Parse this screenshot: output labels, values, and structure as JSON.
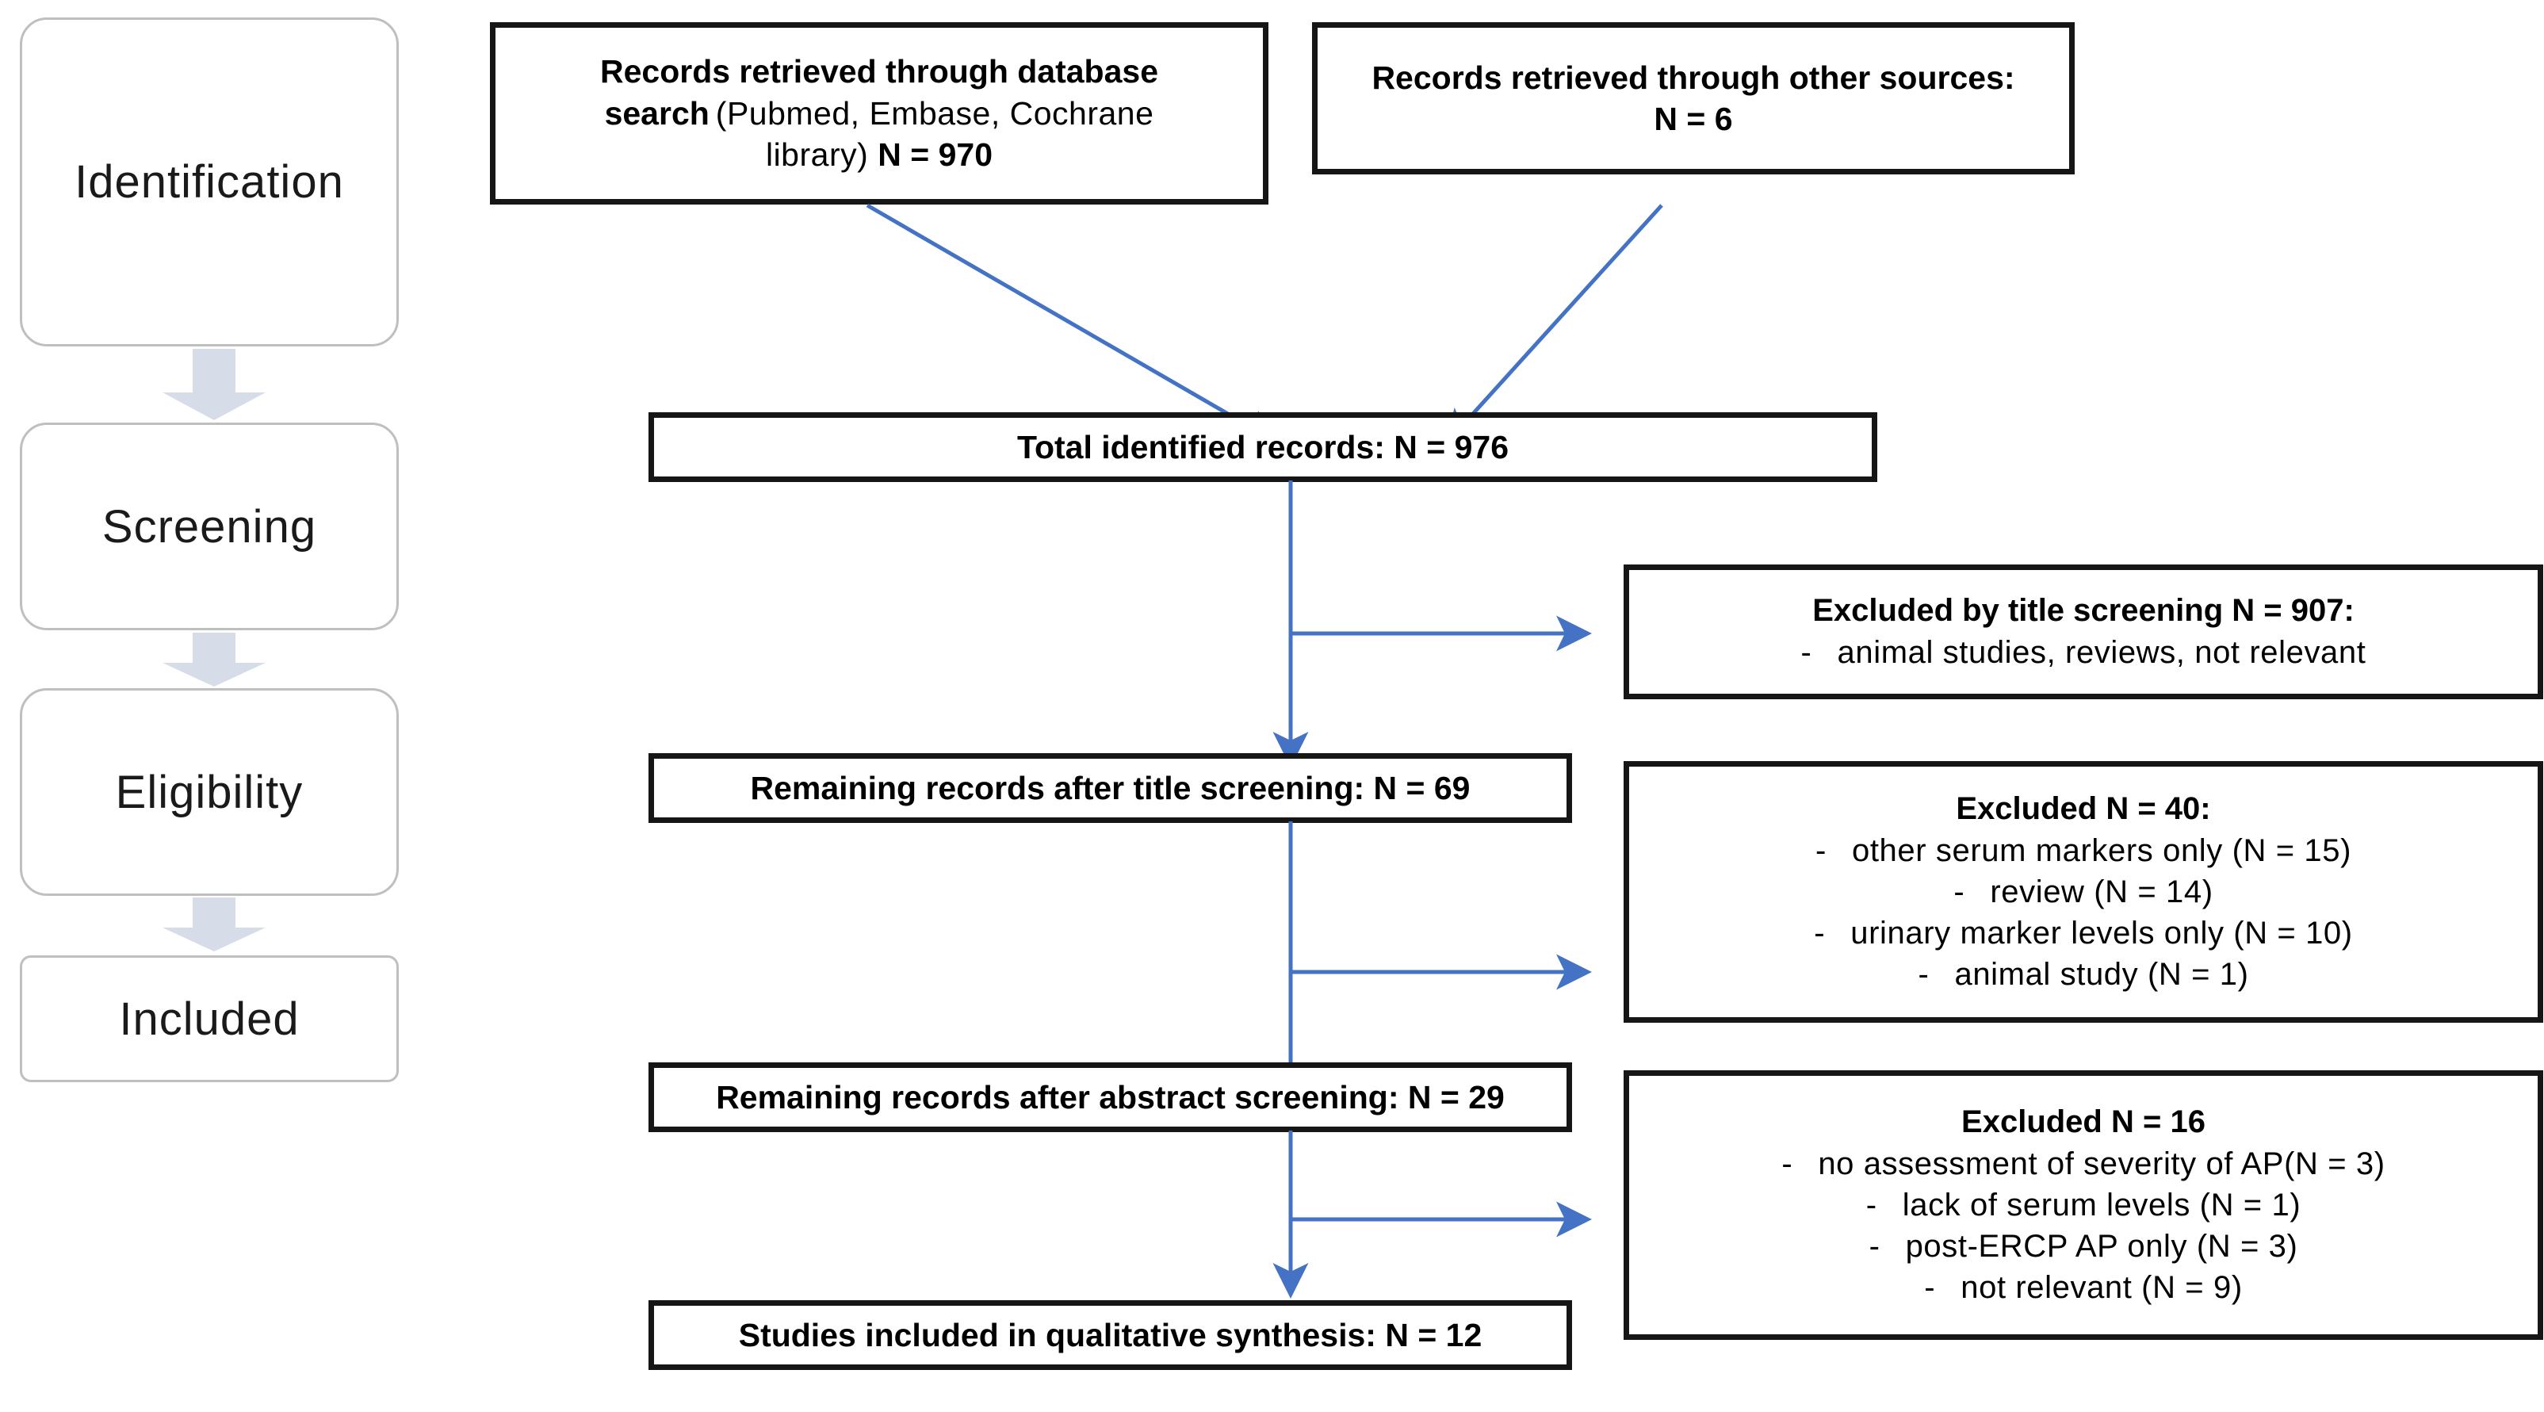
{
  "diagram": {
    "title": "PRISMA study selection flow diagram",
    "accent_color": "#4472C4",
    "stage_arrow_color": "#D6DCE8",
    "box_border_color": "#161616",
    "stage_border_color": "#BFBFBF"
  },
  "stages": [
    {
      "label": "Identification",
      "name": "stage-identification"
    },
    {
      "label": "Screening",
      "name": "stage-screening"
    },
    {
      "label": "Eligibility",
      "name": "stage-eligibility"
    },
    {
      "label": "Included",
      "name": "stage-included"
    }
  ],
  "boxes": {
    "database_search": {
      "line1": "Records retrieved through database",
      "line2_bold": "search",
      "line2_plain": "(Pubmed, Embase, Cochrane",
      "line3_plain": "library)",
      "line3_bold": "N = 970"
    },
    "other_sources": {
      "line1": "Records retrieved through other sources:",
      "line2": "N = 6"
    },
    "total_identified": {
      "line1": "Total identified records: N = 976"
    },
    "excluded_title": {
      "heading": "Excluded by title screening N = 907:",
      "items": [
        "animal studies, reviews, not relevant"
      ]
    },
    "remaining_title": {
      "line1": "Remaining records after title screening: N = 69"
    },
    "excluded_abstract": {
      "heading": "Excluded N = 40:",
      "items": [
        "other serum markers only (N = 15)",
        "review (N = 14)",
        "urinary marker levels only (N = 10)",
        "animal study (N = 1)"
      ]
    },
    "remaining_abstract": {
      "line1": "Remaining records after abstract screening: N = 29"
    },
    "excluded_fulltext": {
      "heading": "Excluded N = 16",
      "items": [
        "no assessment of severity of AP(N = 3)",
        "lack of serum levels  (N = 1)",
        "post-ERCP AP only (N = 3)",
        "not relevant (N = 9)"
      ]
    },
    "included_studies": {
      "line1": "Studies included in qualitative synthesis: N = 12"
    }
  }
}
